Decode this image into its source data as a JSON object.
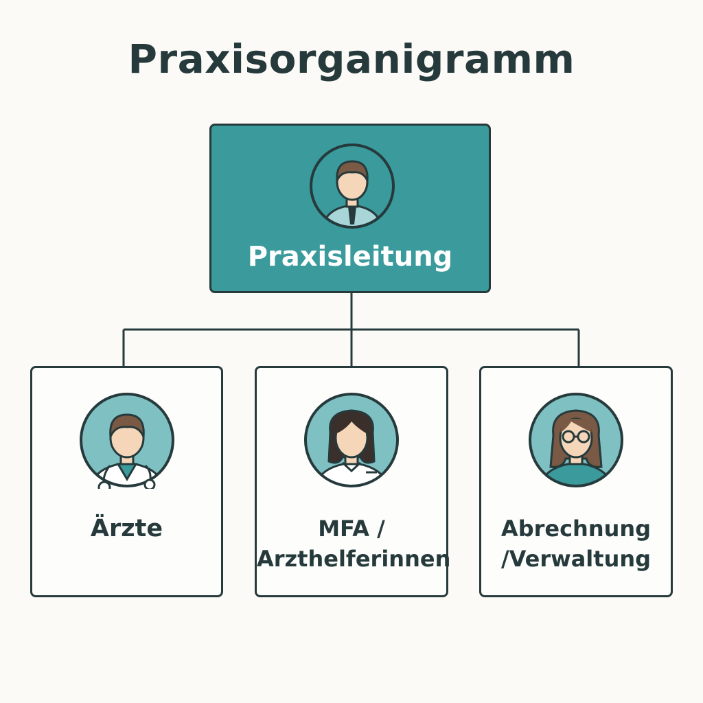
{
  "title": "Praxisorganigramm",
  "root": {
    "label": "Praxisleitung",
    "icon": "manager-avatar-icon"
  },
  "children": [
    {
      "label_line1": "Ärzte",
      "label_line2": "",
      "icon": "doctor-avatar-icon"
    },
    {
      "label_line1": "MFA /",
      "label_line2": "Arzthelferinnen",
      "icon": "assistant-avatar-icon"
    },
    {
      "label_line1": "Abrechnung",
      "label_line2": "/Verwaltung",
      "icon": "admin-avatar-icon"
    }
  ],
  "colors": {
    "accent": "#3a9a9c",
    "outline": "#263a3c",
    "avatar_bg": "#7fc1c3",
    "skin": "#f5d6b8",
    "hair": "#7a5a44",
    "hair_dark": "#3a2f2b",
    "background": "#fbfaf7"
  }
}
